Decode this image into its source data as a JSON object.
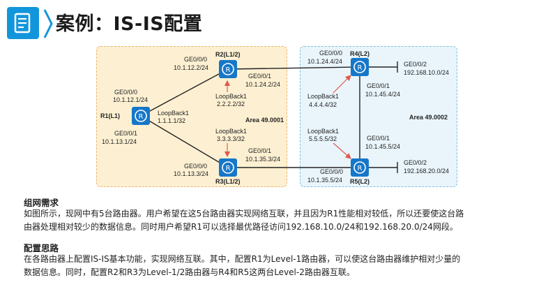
{
  "title": "案例：IS-IS配置",
  "diagram": {
    "area1_label": "Area 49.0001",
    "area2_label": "Area 49.0002",
    "routers": {
      "r1": {
        "name": "R1(L1)",
        "loopback_label": "LoopBack1",
        "loopback_ip": "1.1.1.1/32"
      },
      "r2": {
        "name": "R2(L1/2)",
        "loopback_label": "LoopBack1",
        "loopback_ip": "2.2.2.2/32"
      },
      "r3": {
        "name": "R3(L1/2)",
        "loopback_label": "LoopBack1",
        "loopback_ip": "3.3.3.3/32"
      },
      "r4": {
        "name": "R4(L2)",
        "loopback_label": "LoopBack1",
        "loopback_ip": "4.4.4.4/32"
      },
      "r5": {
        "name": "R5(L2)",
        "loopback_label": "LoopBack1",
        "loopback_ip": "5.5.5.5/32"
      }
    },
    "interfaces": {
      "r1_g000": {
        "port": "GE0/0/0",
        "ip": "10.1.12.1/24"
      },
      "r1_g001": {
        "port": "GE0/0/1",
        "ip": "10.1.13.1/24"
      },
      "r2_g000": {
        "port": "GE0/0/0",
        "ip": "10.1.12.2/24"
      },
      "r2_g001": {
        "port": "GE0/0/1",
        "ip": "10.1.24.2/24"
      },
      "r3_g000": {
        "port": "GE0/0/0",
        "ip": "10.1.13.3/24"
      },
      "r3_g001": {
        "port": "GE0/0/1",
        "ip": "10.1.35.3/24"
      },
      "r4_g000": {
        "port": "GE0/0/0",
        "ip": "10.1.24.4/24"
      },
      "r4_g001": {
        "port": "GE0/0/1",
        "ip": "10.1.45.4/24"
      },
      "r4_g002": {
        "port": "GE0/0/2",
        "ip": "192.168.10.0/24"
      },
      "r5_g000": {
        "port": "GE0/0/0",
        "ip": "10.1.35.5/24"
      },
      "r5_g001": {
        "port": "GE0/0/1",
        "ip": "10.1.45.5/24"
      },
      "r5_g002": {
        "port": "GE0/0/2",
        "ip": "192.168.20.0/24"
      }
    }
  },
  "sections": [
    {
      "heading": "组网需求",
      "lines": [
        "如图所示，现网中有5台路由器。用户希望在这5台路由器实现网络互联，并且因为R1性能相对较低，所以还要使这台路",
        "由器处理相对较少的数据信息。同时用户希望R1可以选择最优路径访问192.168.10.0/24和192.168.20.0/24网段。"
      ]
    },
    {
      "heading": "配置思路",
      "lines": [
        "在各路由器上配置IS-IS基本功能，实现网络互联。其中，配置R1为Level-1路由器，可以使这台路由器维护相对少量的",
        "数据信息。同时，配置R2和R3为Level-1/2路由器与R4和R5这两台Level-2路由器互联。"
      ]
    }
  ],
  "colors": {
    "accent": "#1296db",
    "router": "#1677c8",
    "area1_bg": "#fdf0d2",
    "area2_bg": "#e9f5fb",
    "arrow": "#e05a4e"
  }
}
